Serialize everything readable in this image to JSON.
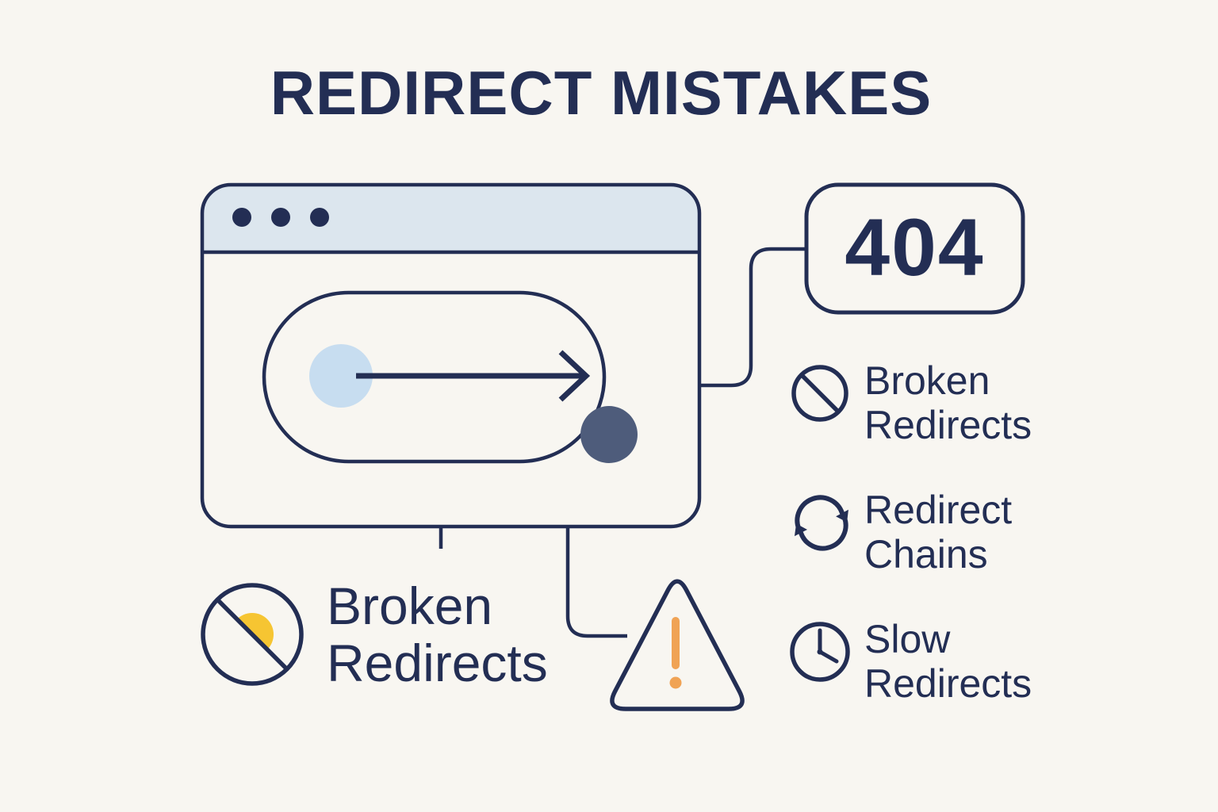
{
  "title": "REDIRECT MISTAKES",
  "browser": {
    "error_code": "404"
  },
  "legend": {
    "items": [
      {
        "icon": "no-entry-icon",
        "label": "Broken Redirects"
      },
      {
        "icon": "refresh-icon",
        "label": "Redirect Chains"
      },
      {
        "icon": "clock-icon",
        "label": "Slow Redirects"
      }
    ]
  },
  "callout": {
    "icon": "no-entry-icon",
    "label": "Broken Redirects"
  },
  "colors": {
    "bg": "#f8f6f1",
    "navy": "#232e54",
    "header-blue": "#dce6ee",
    "light-blue": "#c7ddf0",
    "slate": "#4e5c7b",
    "yellow": "#f6c532",
    "orange": "#f0a355"
  }
}
